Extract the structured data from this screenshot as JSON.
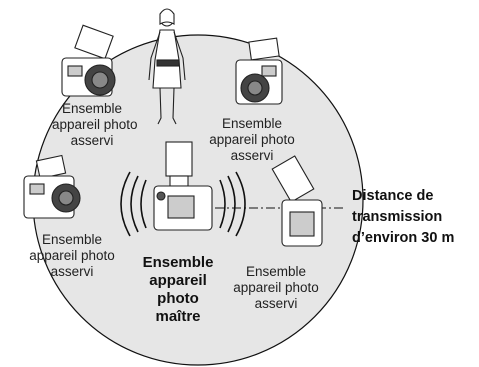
{
  "slave_label": {
    "line1": "Ensemble",
    "line2": "appareil photo",
    "line3": "asservi"
  },
  "slave_label_alt": {
    "line1": "Ensemble",
    "line2": "appareil photo",
    "line3": "asservi"
  },
  "master_label": {
    "line1": "Ensemble",
    "line2": "appareil",
    "line3": "photo",
    "line4": "maître"
  },
  "distance_label": {
    "line1": "Distance de",
    "line2": "transmission",
    "line3": "d’environ 30 m"
  }
}
